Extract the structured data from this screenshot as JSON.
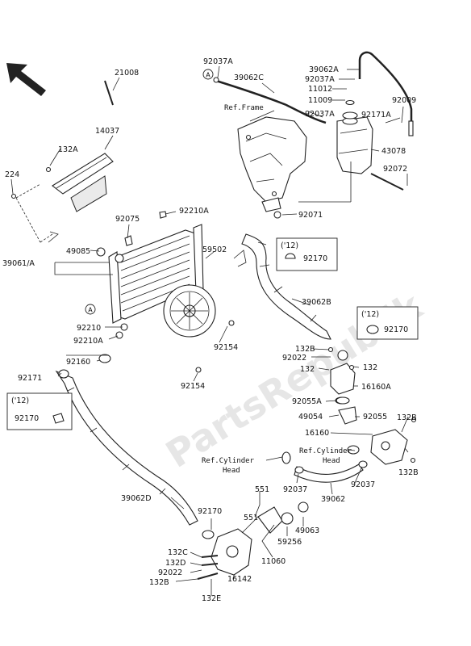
{
  "watermark": "PartsRepublik",
  "circle_marker": "A",
  "labels": {
    "p21008": "21008",
    "p92037A_top": "92037A",
    "p39062C": "39062C",
    "p39062A": "39062A",
    "p92037A_b": "92037A",
    "p11012": "11012",
    "p11009": "11009",
    "p92037A_c": "92037A",
    "p92009": "92009",
    "p92171A": "92171A",
    "p43078": "43078",
    "p92072": "92072",
    "ref_frame": "Ref.Frame",
    "p14037": "14037",
    "p132A": "132A",
    "p224": "224",
    "p92075": "92075",
    "p92210A_top": "92210A",
    "p49085": "49085",
    "p39061A": "39061/A",
    "p59502": "59502",
    "p92071": "92071",
    "p92170_box1": "92170",
    "p39062B": "39062B",
    "p92210": "92210",
    "p92210A": "92210A",
    "p92160": "92160",
    "p92154_a": "92154",
    "p92154_b": "92154",
    "p92171": "92171",
    "p92170_box2": "92170",
    "p132B_a": "132B",
    "p92022_a": "92022",
    "p132_a": "132",
    "p132_b": "132",
    "p16160A": "16160A",
    "p92170_box3": "92170",
    "p92055A": "92055A",
    "p49054": "49054",
    "p92055": "92055",
    "p132B_b": "132B",
    "p16160": "16160",
    "ref_cyl_right": "Ref.Cylinder",
    "ref_cyl_right_2": "Head",
    "ref_cyl_left": "Ref.Cylinder",
    "ref_cyl_left_2": "Head",
    "p132B_c": "132B",
    "p92037_a": "92037",
    "p92037_b": "92037",
    "p39062": "39062",
    "p39062D": "39062D",
    "p551_a": "551",
    "p551_b": "551",
    "p92170_c": "92170",
    "p49063": "49063",
    "p59256": "59256",
    "p11060": "11060",
    "p132C": "132C",
    "p132D": "132D",
    "p92022_b": "92022",
    "p132B_d": "132B",
    "p16142": "16142",
    "p132E": "132E",
    "year_note_1": "('12)",
    "year_note_2": "('12)",
    "year_note_3": "('12)"
  }
}
